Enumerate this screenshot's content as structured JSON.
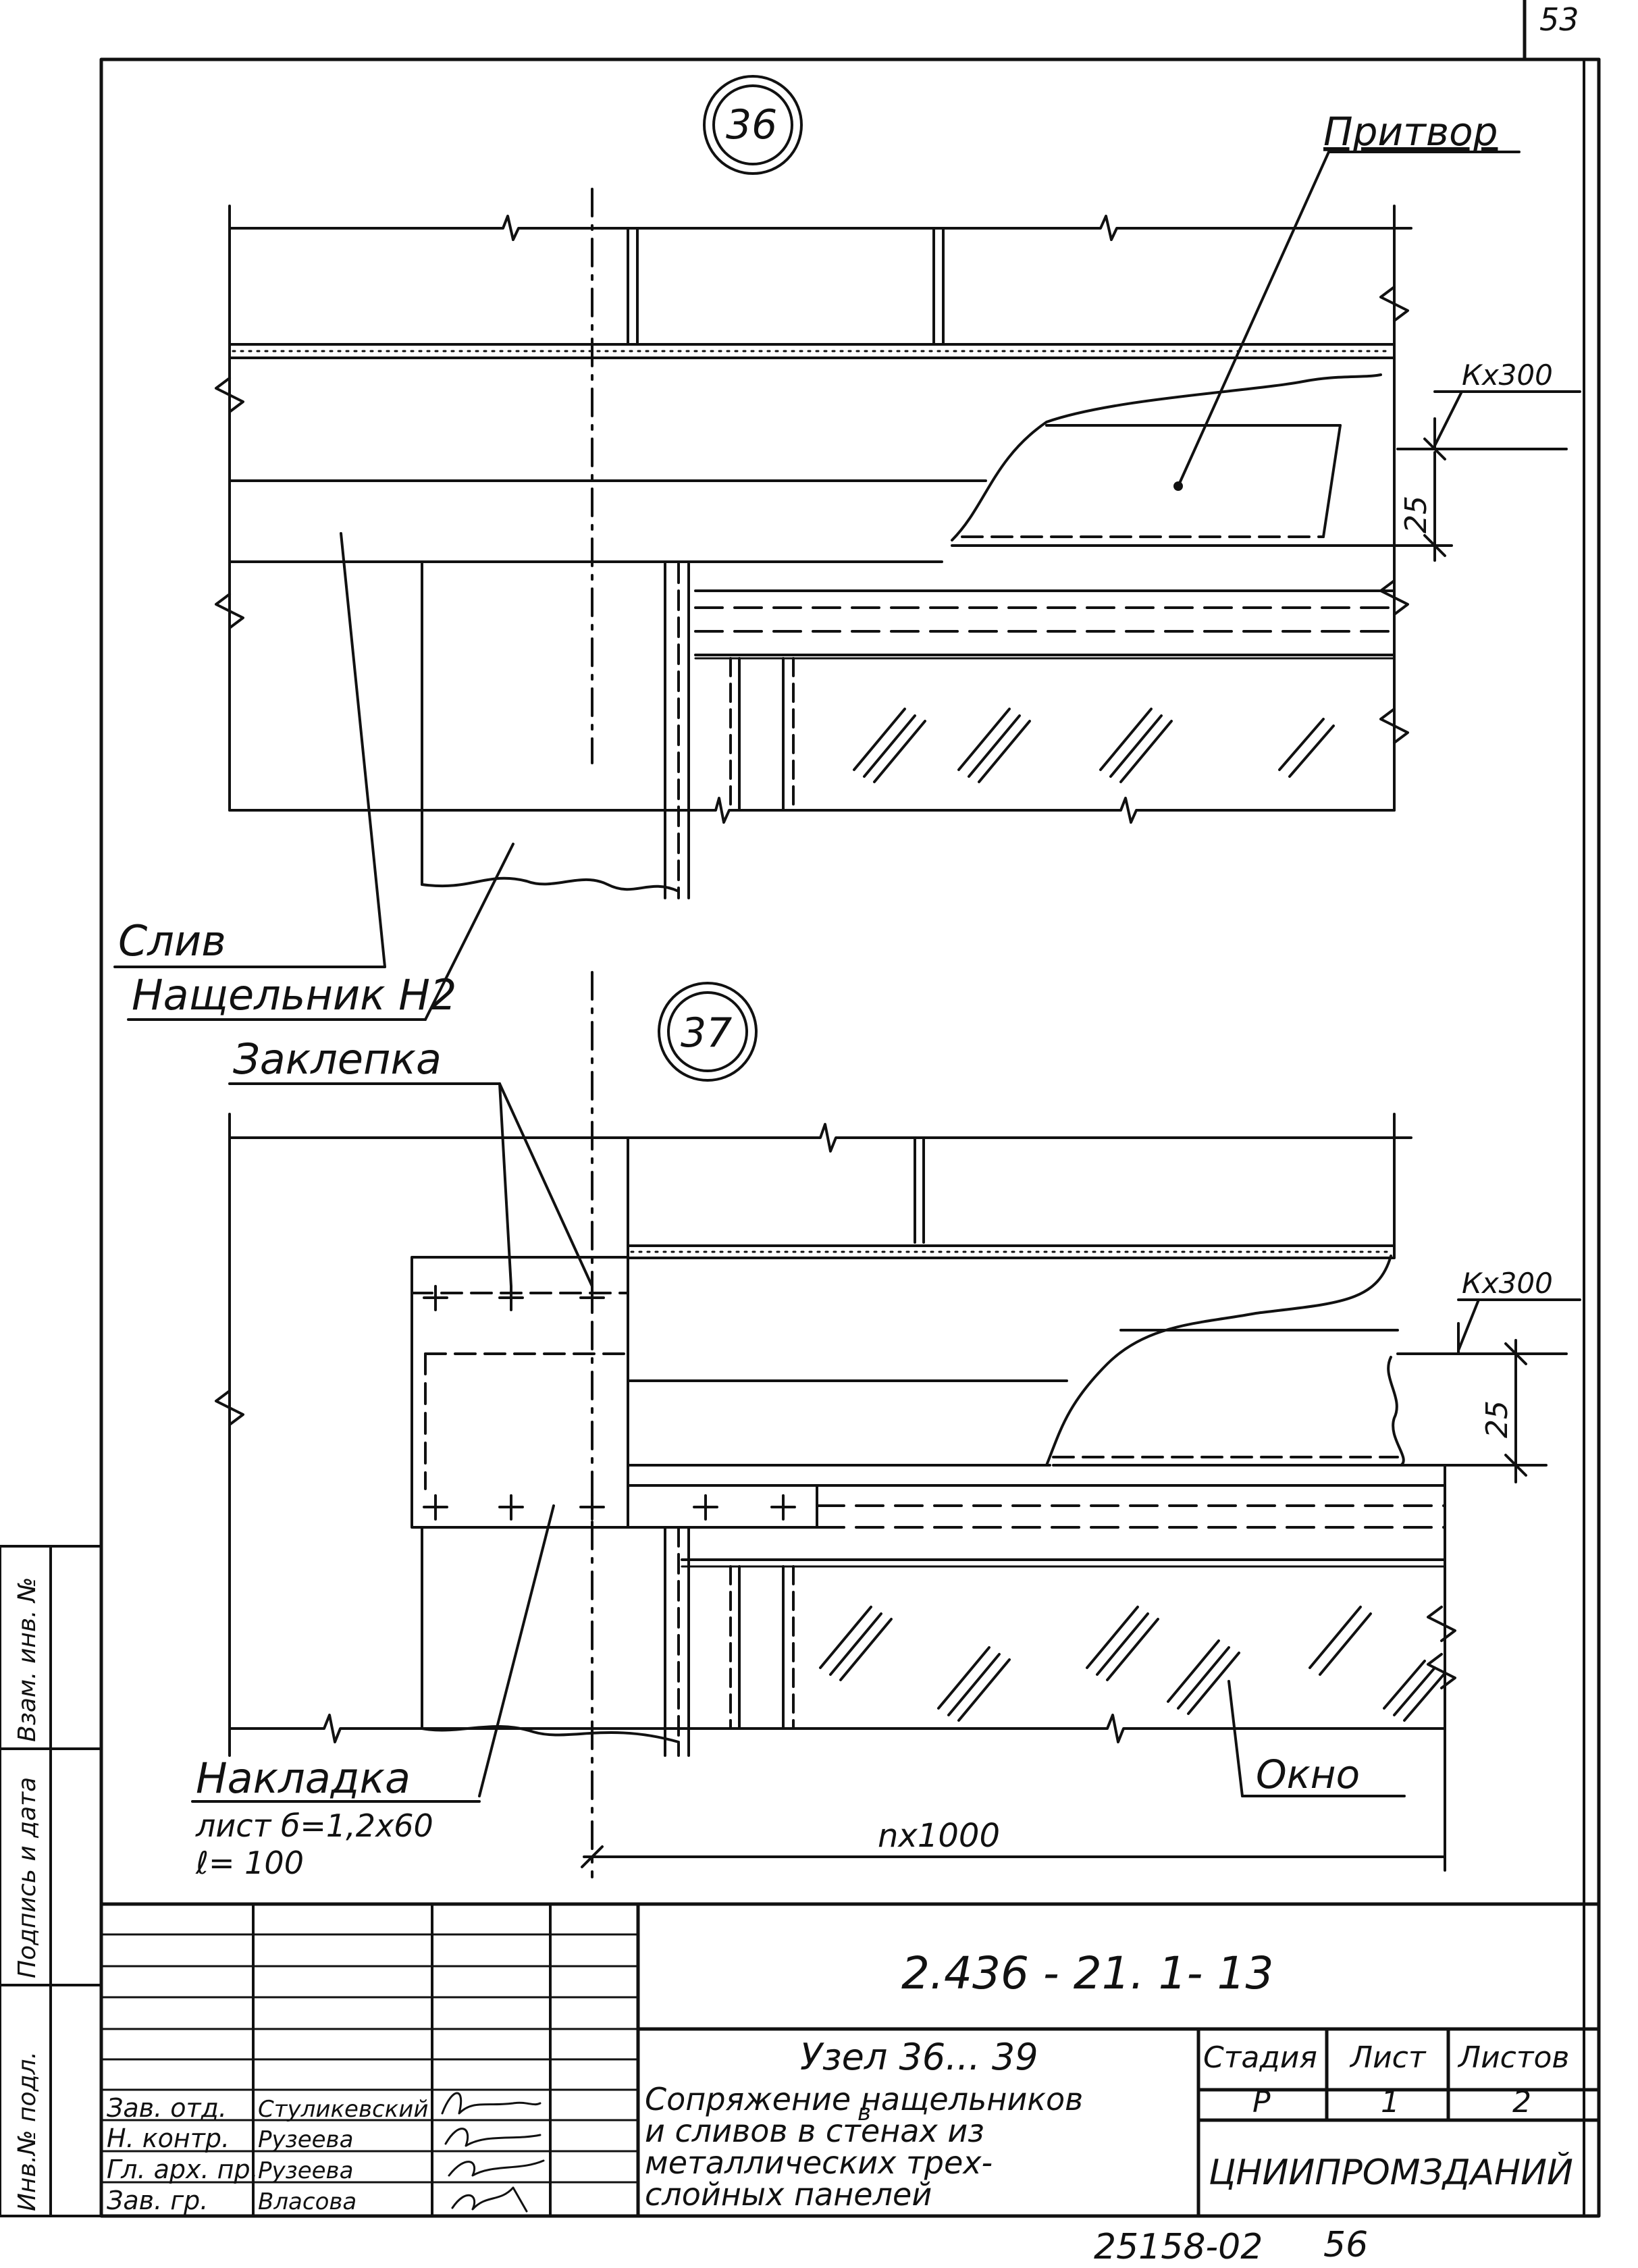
{
  "sheet": {
    "corner_number": "53",
    "bottom_code": "25158-02",
    "bottom_page": "56"
  },
  "node36": {
    "number": "36",
    "callout_pritvor": "Притвор",
    "dim_k300": "Кx300",
    "dim_25": "25"
  },
  "node37": {
    "number": "37",
    "dim_k300": "Кx300",
    "dim_25": "25",
    "dim_n1000": "nx1000",
    "callout_okno": "Окно",
    "callout_nakladka": "Накладка",
    "nakladka_spec1": "лист б=1,2x60",
    "nakladka_spec2": "ℓ= 100"
  },
  "callouts": {
    "sliv": "Слив",
    "nashchelnik": "Нащельник Н2",
    "zaklepka": "Заклепка"
  },
  "side_stamp": {
    "col1": "Инв.№ подл.",
    "col2": "Подпись и дата",
    "col3": "Взам. инв. №"
  },
  "title_block": {
    "document_code": "2.436 - 21. 1- 13",
    "node_title": "Узел 36... 39",
    "description_lines": [
      "Сопряжение нащельников",
      "и сливов в стенах из",
      "металлических трех-",
      "слойных панелей"
    ],
    "description_sub": "в",
    "stage_header": "Стадия",
    "sheet_header": "Лист",
    "sheets_header": "Листов",
    "stage_value": "Р",
    "sheet_value": "1",
    "sheets_value": "2",
    "organization": "ЦНИИПРОМЗДАНИЙ",
    "signatures": [
      {
        "role": "Зав. отд.",
        "name": "Стуликевский"
      },
      {
        "role": "Н. контр.",
        "name": "Рузеева"
      },
      {
        "role": "Гл. арх. пр.",
        "name": "Рузеева"
      },
      {
        "role": "Зав. гр.",
        "name": "Власова"
      }
    ]
  }
}
